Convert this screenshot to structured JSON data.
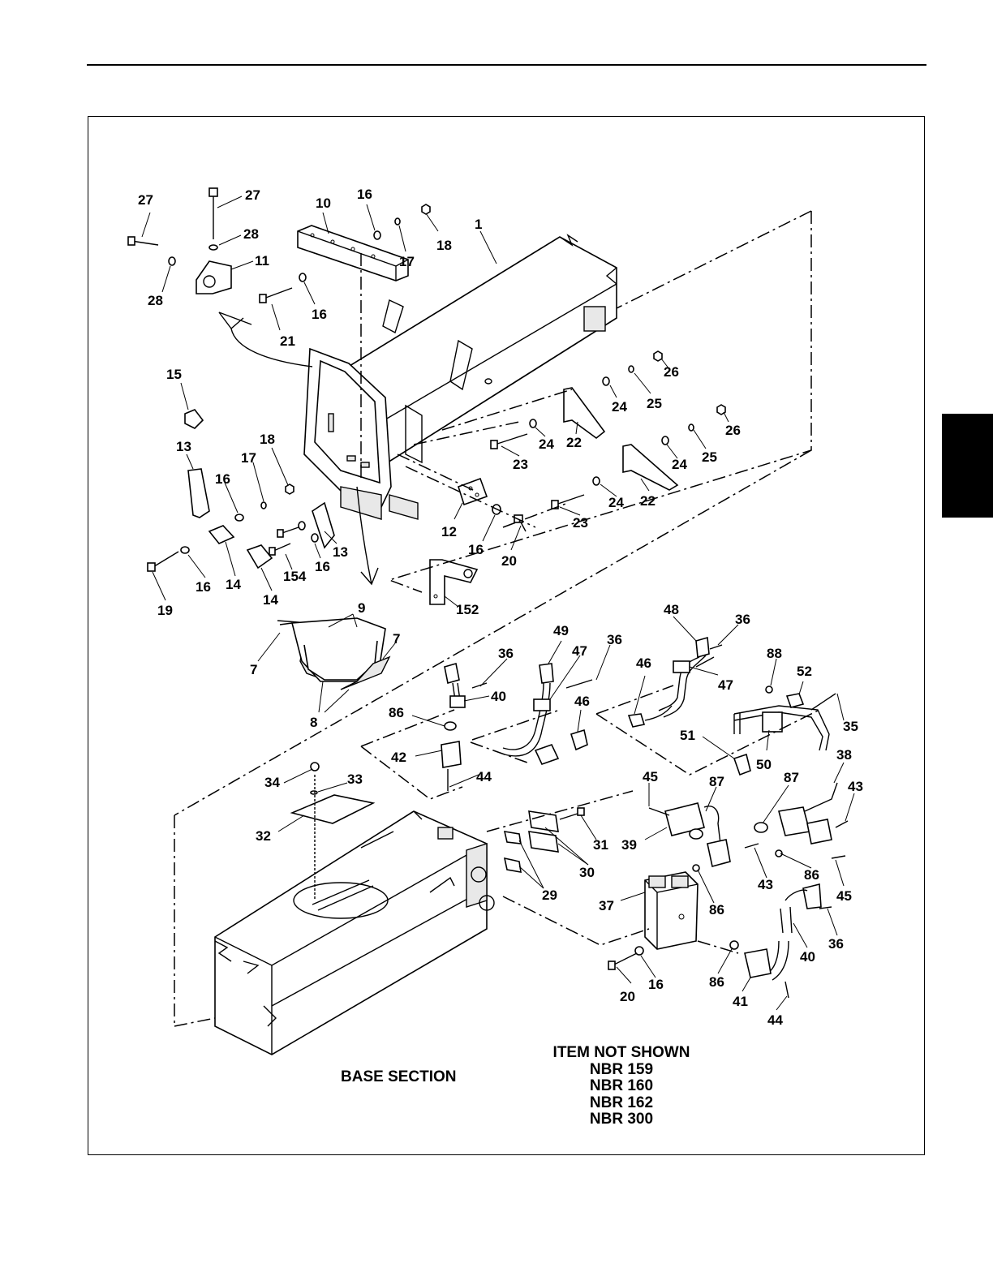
{
  "figure": {
    "caption_base": "BASE SECTION",
    "caption_not_shown_title": "ITEM NOT SHOWN",
    "not_shown_items": [
      "NBR 159",
      "NBR 160",
      "NBR 162",
      "NBR 300"
    ]
  },
  "callouts": [
    {
      "id": "c1",
      "text": "27"
    },
    {
      "id": "c2",
      "text": "27"
    },
    {
      "id": "c3",
      "text": "10"
    },
    {
      "id": "c4",
      "text": "16"
    },
    {
      "id": "c5",
      "text": "28"
    },
    {
      "id": "c6",
      "text": "11"
    },
    {
      "id": "c7",
      "text": "28"
    },
    {
      "id": "c8",
      "text": "17"
    },
    {
      "id": "c9",
      "text": "18"
    },
    {
      "id": "c10",
      "text": "1"
    },
    {
      "id": "c11",
      "text": "16"
    },
    {
      "id": "c12",
      "text": "21"
    },
    {
      "id": "c13",
      "text": "15"
    },
    {
      "id": "c14",
      "text": "26"
    },
    {
      "id": "c15",
      "text": "25"
    },
    {
      "id": "c16",
      "text": "24"
    },
    {
      "id": "c17",
      "text": "26"
    },
    {
      "id": "c18",
      "text": "22"
    },
    {
      "id": "c19",
      "text": "24"
    },
    {
      "id": "c20",
      "text": "23"
    },
    {
      "id": "c21",
      "text": "13"
    },
    {
      "id": "c22",
      "text": "18"
    },
    {
      "id": "c23",
      "text": "17"
    },
    {
      "id": "c24",
      "text": "16"
    },
    {
      "id": "c25",
      "text": "25"
    },
    {
      "id": "c26",
      "text": "24"
    },
    {
      "id": "c27",
      "text": "24"
    },
    {
      "id": "c28",
      "text": "22"
    },
    {
      "id": "c29",
      "text": "23"
    },
    {
      "id": "c30",
      "text": "12"
    },
    {
      "id": "c31",
      "text": "16"
    },
    {
      "id": "c32",
      "text": "20"
    },
    {
      "id": "c33",
      "text": "13"
    },
    {
      "id": "c34",
      "text": "16"
    },
    {
      "id": "c35",
      "text": "154"
    },
    {
      "id": "c36",
      "text": "14"
    },
    {
      "id": "c37",
      "text": "16"
    },
    {
      "id": "c38",
      "text": "19"
    },
    {
      "id": "c39",
      "text": "14"
    },
    {
      "id": "c40",
      "text": "152"
    },
    {
      "id": "c41",
      "text": "9"
    },
    {
      "id": "c42",
      "text": "7"
    },
    {
      "id": "c43",
      "text": "7"
    },
    {
      "id": "c44",
      "text": "8"
    },
    {
      "id": "c45",
      "text": "48"
    },
    {
      "id": "c46",
      "text": "36"
    },
    {
      "id": "c47",
      "text": "49"
    },
    {
      "id": "c48",
      "text": "47"
    },
    {
      "id": "c49",
      "text": "36"
    },
    {
      "id": "c50",
      "text": "88"
    },
    {
      "id": "c51",
      "text": "52"
    },
    {
      "id": "c52",
      "text": "36"
    },
    {
      "id": "c53",
      "text": "46"
    },
    {
      "id": "c54",
      "text": "47"
    },
    {
      "id": "c55",
      "text": "40"
    },
    {
      "id": "c56",
      "text": "46"
    },
    {
      "id": "c57",
      "text": "35"
    },
    {
      "id": "c58",
      "text": "86"
    },
    {
      "id": "c59",
      "text": "51"
    },
    {
      "id": "c60",
      "text": "50"
    },
    {
      "id": "c61",
      "text": "42"
    },
    {
      "id": "c62",
      "text": "44"
    },
    {
      "id": "c63",
      "text": "38"
    },
    {
      "id": "c64",
      "text": "45"
    },
    {
      "id": "c65",
      "text": "87"
    },
    {
      "id": "c66",
      "text": "87"
    },
    {
      "id": "c67",
      "text": "43"
    },
    {
      "id": "c68",
      "text": "34"
    },
    {
      "id": "c69",
      "text": "33"
    },
    {
      "id": "c70",
      "text": "32"
    },
    {
      "id": "c71",
      "text": "31"
    },
    {
      "id": "c72",
      "text": "39"
    },
    {
      "id": "c73",
      "text": "30"
    },
    {
      "id": "c74",
      "text": "43"
    },
    {
      "id": "c75",
      "text": "86"
    },
    {
      "id": "c76",
      "text": "29"
    },
    {
      "id": "c77",
      "text": "37"
    },
    {
      "id": "c78",
      "text": "86"
    },
    {
      "id": "c79",
      "text": "45"
    },
    {
      "id": "c80",
      "text": "36"
    },
    {
      "id": "c81",
      "text": "40"
    },
    {
      "id": "c82",
      "text": "86"
    },
    {
      "id": "c83",
      "text": "16"
    },
    {
      "id": "c84",
      "text": "20"
    },
    {
      "id": "c85",
      "text": "41"
    },
    {
      "id": "c86",
      "text": "44"
    }
  ]
}
